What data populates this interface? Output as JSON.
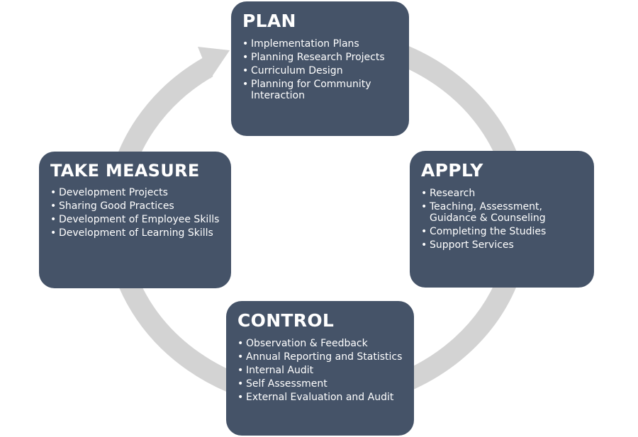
{
  "colors": {
    "box_fill": "#455368",
    "ring": "#d3d3d3",
    "text": "#ffffff",
    "background": "#ffffff"
  },
  "stages": {
    "plan": {
      "title": "PLAN",
      "items": [
        "Implementation Plans",
        "Planning Research Projects",
        "Curriculum Design",
        "Planning for Community Interaction"
      ]
    },
    "apply": {
      "title": "APPLY",
      "items": [
        "Research",
        "Teaching, Assessment, Guidance & Counseling",
        "Completing the Studies",
        "Support Services"
      ]
    },
    "control": {
      "title": "CONTROL",
      "items": [
        "Observation & Feedback",
        "Annual Reporting and Statistics",
        "Internal Audit",
        "Self Assessment",
        "External Evaluation and Audit"
      ]
    },
    "take_measure": {
      "title": "TAKE MEASURE",
      "items": [
        "Development Projects",
        "Sharing Good Practices",
        "Development of Employee Skills",
        "Development of Learning Skills"
      ]
    }
  }
}
